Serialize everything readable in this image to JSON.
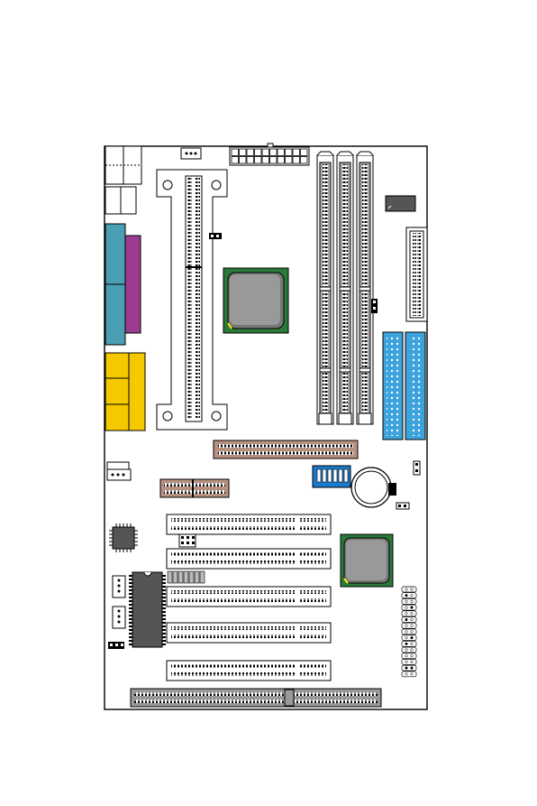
{
  "page": {
    "background": "#ffffff"
  },
  "board": {
    "outline_color": "#000000",
    "fill": "#ffffff"
  },
  "colors": {
    "vga_port": "#4a9fb5",
    "serial_port": "#9c3c91",
    "audio_jacks": "#f5c800",
    "ide_connectors": "#3da3dd",
    "chipset_heatsink": "#2a7a3a",
    "chip_die": "#8a8a8a",
    "dimm_slots": "#a8a8a8",
    "agp_slot": "#b89080",
    "cnr_slot": "#b89080",
    "bios_dip": "#1a7acb",
    "io_chip": "#555555",
    "isa_slot": "#999999"
  },
  "components": {
    "dimm_slots": 3,
    "pci_slots": 5,
    "ide_connectors": 2,
    "header_pins_right": 15
  }
}
